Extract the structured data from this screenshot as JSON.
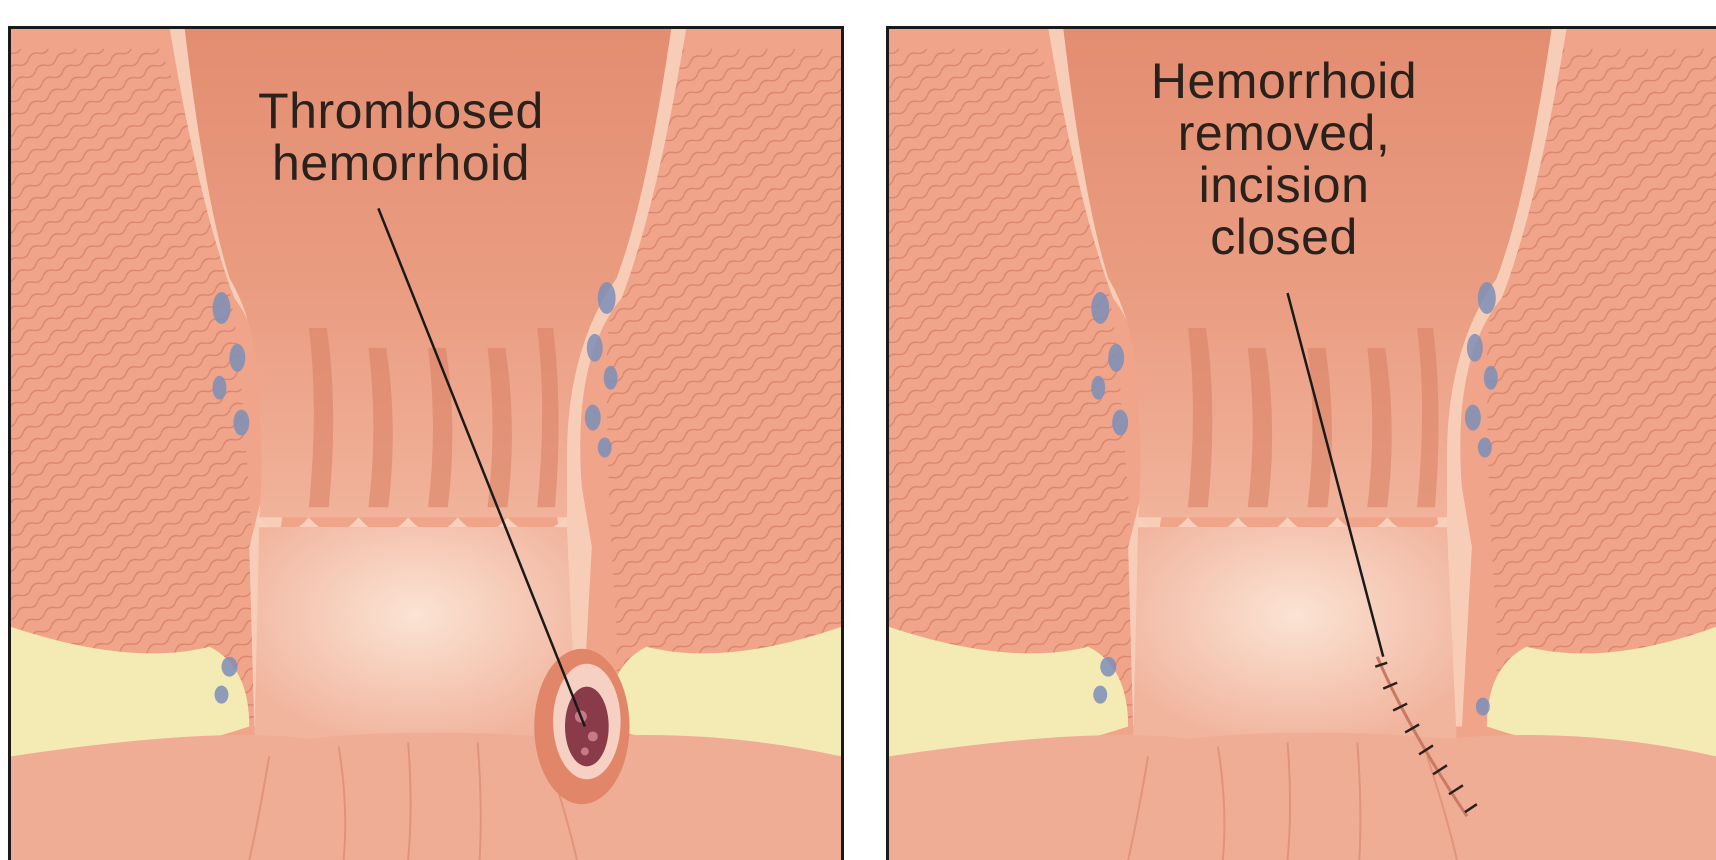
{
  "panels": {
    "left": {
      "label_lines": [
        "Thrombosed",
        "hemorrhoid"
      ]
    },
    "right": {
      "label_lines": [
        "Hemorrhoid",
        "removed,",
        "incision",
        "closed"
      ]
    }
  },
  "colors": {
    "tissue_outer": "#f0a48a",
    "tissue_light": "#f7c3ad",
    "canal_upper": "#e8977a",
    "canal_lower": "#f8d2bf",
    "fat": "#f4eab4",
    "vein": "#7d8fb8",
    "thrombus": "#8a3b4a",
    "outline": "#1a1a1a"
  }
}
